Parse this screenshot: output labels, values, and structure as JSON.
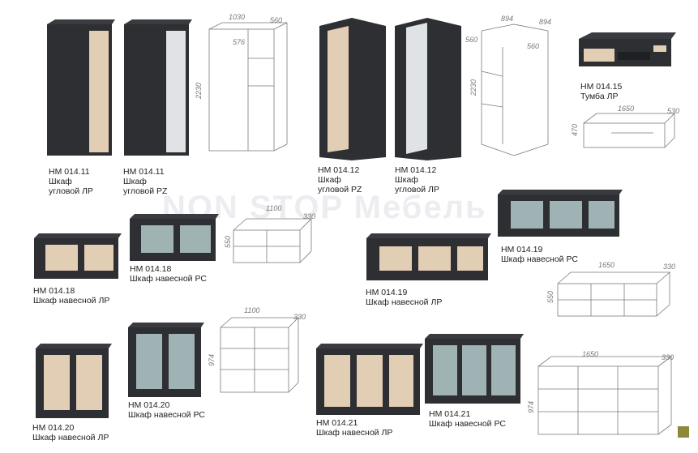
{
  "watermark": "NON STOP Мебель",
  "items": [
    {
      "code": "НМ 014.11",
      "line1": "Шкаф",
      "line2": "угловой ЛР"
    },
    {
      "code": "НМ 014.11",
      "line1": "Шкаф",
      "line2": "угловой PZ"
    },
    {
      "code": "НМ 014.12",
      "line1": "Шкаф",
      "line2": "угловой PZ"
    },
    {
      "code": "НМ 014.12",
      "line1": "Шкаф",
      "line2": "угловой ЛР"
    },
    {
      "code": "НМ 014.15",
      "line1": "Тумба ЛР"
    },
    {
      "code": "НМ 014.18",
      "line1": "Шкаф навесной ЛР"
    },
    {
      "code": "НМ 014.18",
      "line1": "Шкаф навесной РС"
    },
    {
      "code": "НМ 014.19",
      "line1": "Шкаф навесной ЛР"
    },
    {
      "code": "НМ 014.19",
      "line1": "Шкаф навесной РС"
    },
    {
      "code": "НМ 014.20",
      "line1": "Шкаф навесной ЛР"
    },
    {
      "code": "НМ 014.20",
      "line1": "Шкаф навесной РС"
    },
    {
      "code": "НМ 014.21",
      "line1": "Шкаф навесной ЛР"
    },
    {
      "code": "НМ 014.21",
      "line1": "Шкаф навесной РС"
    }
  ],
  "dimensions": {
    "wardrobe_width": "1030",
    "wardrobe_depth": "560",
    "wardrobe_inner": "576",
    "wardrobe_height": "2230",
    "corner_width_a": "894",
    "corner_width_b": "894",
    "corner_depth_a": "560",
    "corner_depth_b": "560",
    "corner_height": "2230",
    "tv_width": "1650",
    "tv_depth": "530",
    "tv_height": "470",
    "w18_width": "1100",
    "w18_depth": "330",
    "w18_height": "550",
    "w19_width": "1650",
    "w19_depth": "330",
    "w19_height": "550",
    "w20_width": "1100",
    "w20_depth": "330",
    "w20_height": "974",
    "w21_width": "1650",
    "w21_depth": "330",
    "w21_height": "974"
  },
  "colors": {
    "body": "#2e2f33",
    "wood": "#e2cdb5",
    "glass": "#9fb2b4",
    "mirror": "#dfe3e6",
    "accent": "#8c8a3a"
  }
}
